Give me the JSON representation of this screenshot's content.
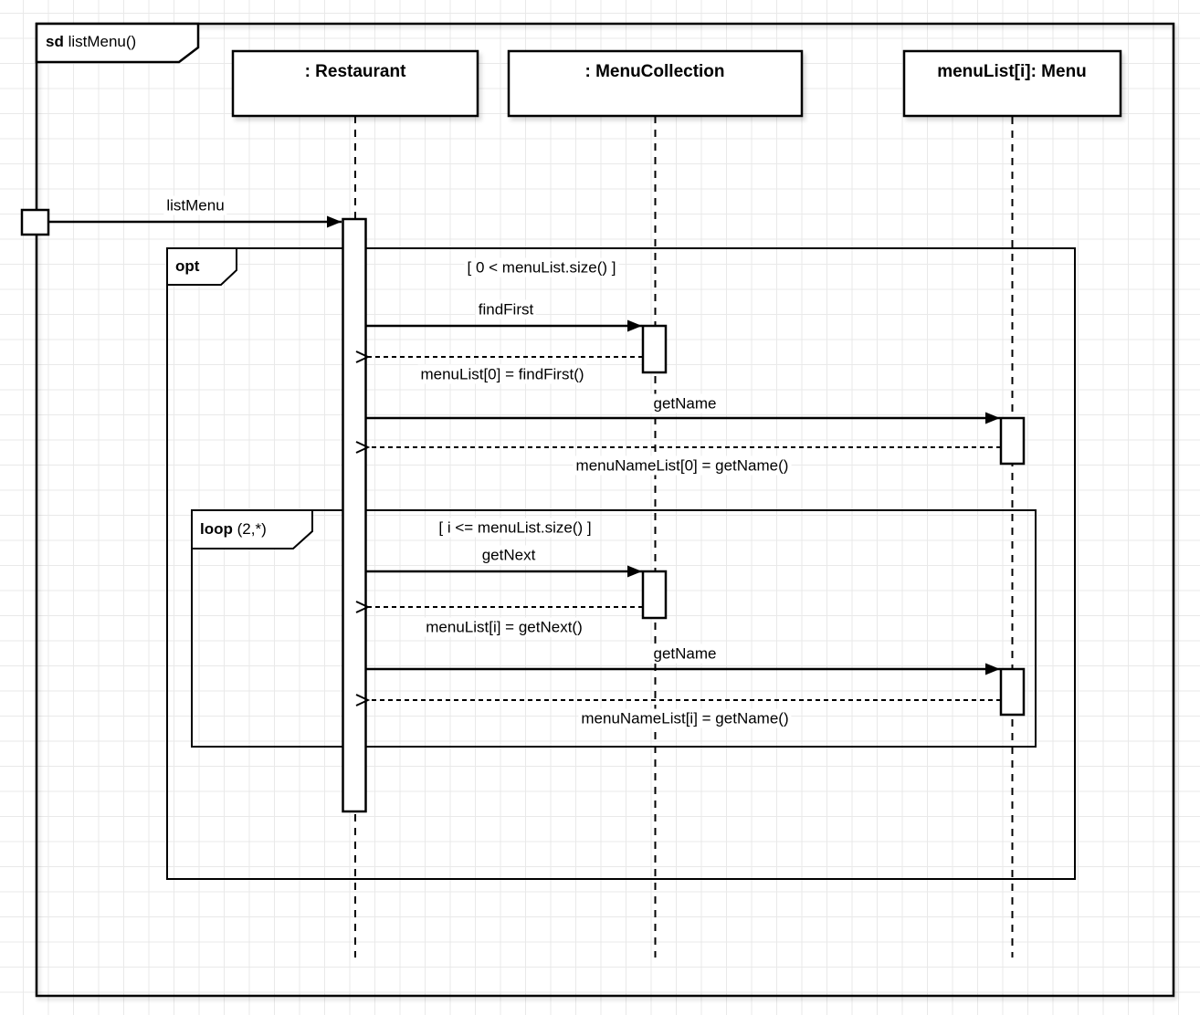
{
  "frame": {
    "keyword": "sd",
    "title": "listMenu()"
  },
  "lifelines": [
    {
      "label": ": Restaurant"
    },
    {
      "label": ": MenuCollection"
    },
    {
      "label": "menuList[i]: Menu"
    }
  ],
  "fragments": {
    "opt": {
      "operator": "opt",
      "guard": "[ 0 < menuList.size() ]"
    },
    "loop": {
      "operator": "loop",
      "parameters": "(2,*)",
      "guard": "[ i <= menuList.size() ]"
    }
  },
  "messages": {
    "list_menu": "listMenu",
    "find_first": "findFirst",
    "find_first_return": "menuList[0] = findFirst()",
    "get_name_first": "getName",
    "get_name_first_return": "menuNameList[0] = getName()",
    "get_next": "getNext",
    "get_next_return": "menuList[i] = getNext()",
    "get_name_loop": "getName",
    "get_name_loop_return": "menuNameList[i] = getName()"
  },
  "colors": {
    "stroke": "#000000",
    "background": "#ffffff",
    "grid_line": "#e9e9e9",
    "fill": "#ffffff"
  }
}
